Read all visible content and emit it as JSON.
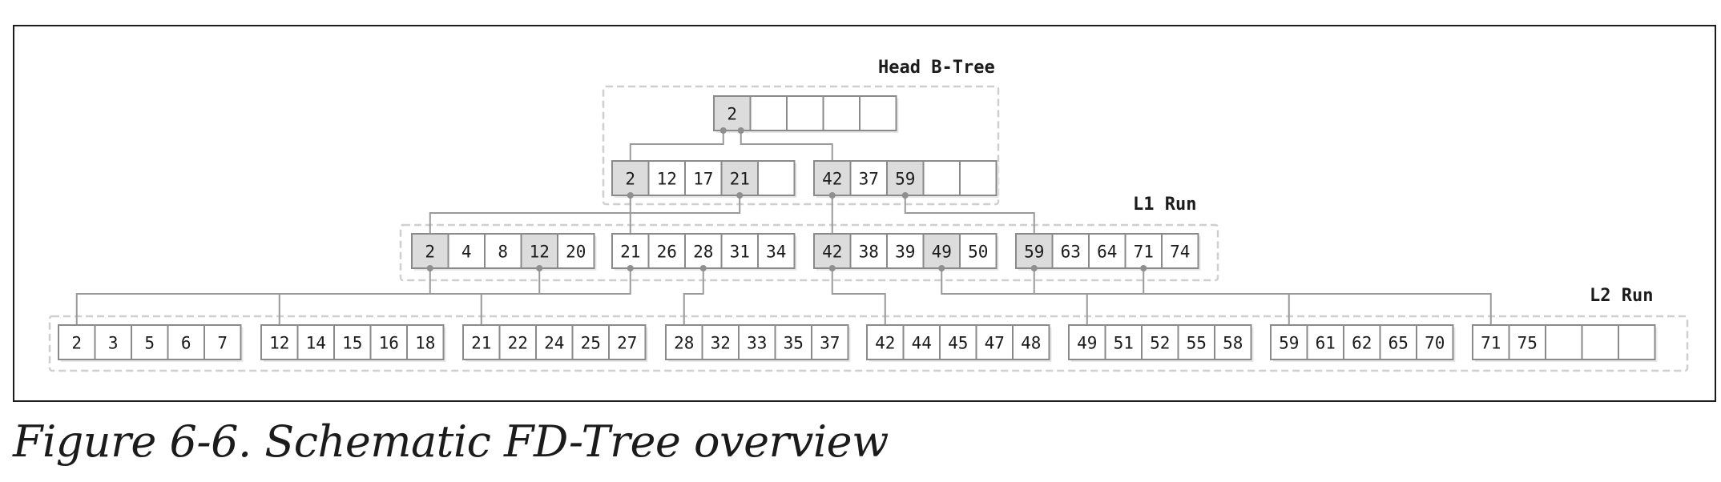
{
  "regions": {
    "head": {
      "label": "Head B-Tree"
    },
    "l1": {
      "label": "L1 Run"
    },
    "l2": {
      "label": "L2 Run"
    }
  },
  "nodes": [
    {
      "id": "root",
      "level": "head",
      "cells": [
        {
          "v": "2",
          "shaded": true
        },
        {
          "v": "",
          "shaded": false
        },
        {
          "v": "",
          "shaded": false
        },
        {
          "v": "",
          "shaded": false
        },
        {
          "v": "",
          "shaded": false
        }
      ]
    },
    {
      "id": "h1a",
      "level": "head",
      "cells": [
        {
          "v": "2",
          "shaded": true
        },
        {
          "v": "12",
          "shaded": false
        },
        {
          "v": "17",
          "shaded": false
        },
        {
          "v": "21",
          "shaded": true
        },
        {
          "v": "",
          "shaded": false
        }
      ]
    },
    {
      "id": "h1b",
      "level": "head",
      "cells": [
        {
          "v": "42",
          "shaded": true
        },
        {
          "v": "37",
          "shaded": false
        },
        {
          "v": "59",
          "shaded": true
        },
        {
          "v": "",
          "shaded": false
        },
        {
          "v": "",
          "shaded": false
        }
      ]
    },
    {
      "id": "l1a",
      "level": "l1",
      "cells": [
        {
          "v": "2",
          "shaded": true
        },
        {
          "v": "4",
          "shaded": false
        },
        {
          "v": "8",
          "shaded": false
        },
        {
          "v": "12",
          "shaded": true
        },
        {
          "v": "20",
          "shaded": false
        }
      ]
    },
    {
      "id": "l1b",
      "level": "l1",
      "cells": [
        {
          "v": "21",
          "shaded": false
        },
        {
          "v": "26",
          "shaded": false
        },
        {
          "v": "28",
          "shaded": false
        },
        {
          "v": "31",
          "shaded": false
        },
        {
          "v": "34",
          "shaded": false
        }
      ]
    },
    {
      "id": "l1c",
      "level": "l1",
      "cells": [
        {
          "v": "42",
          "shaded": true
        },
        {
          "v": "38",
          "shaded": false
        },
        {
          "v": "39",
          "shaded": false
        },
        {
          "v": "49",
          "shaded": true
        },
        {
          "v": "50",
          "shaded": false
        }
      ]
    },
    {
      "id": "l1d",
      "level": "l1",
      "cells": [
        {
          "v": "59",
          "shaded": true
        },
        {
          "v": "63",
          "shaded": false
        },
        {
          "v": "64",
          "shaded": false
        },
        {
          "v": "71",
          "shaded": false
        },
        {
          "v": "74",
          "shaded": false
        }
      ]
    },
    {
      "id": "l2a",
      "level": "l2",
      "cells": [
        {
          "v": "2",
          "shaded": false
        },
        {
          "v": "3",
          "shaded": false
        },
        {
          "v": "5",
          "shaded": false
        },
        {
          "v": "6",
          "shaded": false
        },
        {
          "v": "7",
          "shaded": false
        }
      ]
    },
    {
      "id": "l2b",
      "level": "l2",
      "cells": [
        {
          "v": "12",
          "shaded": false
        },
        {
          "v": "14",
          "shaded": false
        },
        {
          "v": "15",
          "shaded": false
        },
        {
          "v": "16",
          "shaded": false
        },
        {
          "v": "18",
          "shaded": false
        }
      ]
    },
    {
      "id": "l2c",
      "level": "l2",
      "cells": [
        {
          "v": "21",
          "shaded": false
        },
        {
          "v": "22",
          "shaded": false
        },
        {
          "v": "24",
          "shaded": false
        },
        {
          "v": "25",
          "shaded": false
        },
        {
          "v": "27",
          "shaded": false
        }
      ]
    },
    {
      "id": "l2d",
      "level": "l2",
      "cells": [
        {
          "v": "28",
          "shaded": false
        },
        {
          "v": "32",
          "shaded": false
        },
        {
          "v": "33",
          "shaded": false
        },
        {
          "v": "35",
          "shaded": false
        },
        {
          "v": "37",
          "shaded": false
        }
      ]
    },
    {
      "id": "l2e",
      "level": "l2",
      "cells": [
        {
          "v": "42",
          "shaded": false
        },
        {
          "v": "44",
          "shaded": false
        },
        {
          "v": "45",
          "shaded": false
        },
        {
          "v": "47",
          "shaded": false
        },
        {
          "v": "48",
          "shaded": false
        }
      ]
    },
    {
      "id": "l2f",
      "level": "l2",
      "cells": [
        {
          "v": "49",
          "shaded": false
        },
        {
          "v": "51",
          "shaded": false
        },
        {
          "v": "52",
          "shaded": false
        },
        {
          "v": "55",
          "shaded": false
        },
        {
          "v": "58",
          "shaded": false
        }
      ]
    },
    {
      "id": "l2g",
      "level": "l2",
      "cells": [
        {
          "v": "59",
          "shaded": false
        },
        {
          "v": "61",
          "shaded": false
        },
        {
          "v": "62",
          "shaded": false
        },
        {
          "v": "65",
          "shaded": false
        },
        {
          "v": "70",
          "shaded": false
        }
      ]
    },
    {
      "id": "l2h",
      "level": "l2",
      "cells": [
        {
          "v": "71",
          "shaded": false
        },
        {
          "v": "75",
          "shaded": false
        },
        {
          "v": "",
          "shaded": false
        },
        {
          "v": "",
          "shaded": false
        },
        {
          "v": "",
          "shaded": false
        }
      ]
    }
  ],
  "edges": [
    {
      "from": "root",
      "cell": 0,
      "to": "h1a"
    },
    {
      "from": "root",
      "cell": 0,
      "to": "h1b"
    },
    {
      "from": "h1a",
      "cell": 0,
      "to": "l1a"
    },
    {
      "from": "h1a",
      "cell": 3,
      "to": "l1b"
    },
    {
      "from": "h1b",
      "cell": 0,
      "to": "l1c"
    },
    {
      "from": "h1b",
      "cell": 2,
      "to": "l1d"
    },
    {
      "from": "l1a",
      "cell": 0,
      "to": "l2a"
    },
    {
      "from": "l1a",
      "cell": 3,
      "to": "l2b"
    },
    {
      "from": "l1b",
      "cell": 0,
      "to": "l2c"
    },
    {
      "from": "l1b",
      "cell": 2,
      "to": "l2d"
    },
    {
      "from": "l1c",
      "cell": 0,
      "to": "l2e"
    },
    {
      "from": "l1c",
      "cell": 3,
      "to": "l2f"
    },
    {
      "from": "l1d",
      "cell": 0,
      "to": "l2g"
    },
    {
      "from": "l1d",
      "cell": 3,
      "to": "l2h"
    }
  ],
  "caption": "Figure 6-6. Schematic FD-Tree overview"
}
